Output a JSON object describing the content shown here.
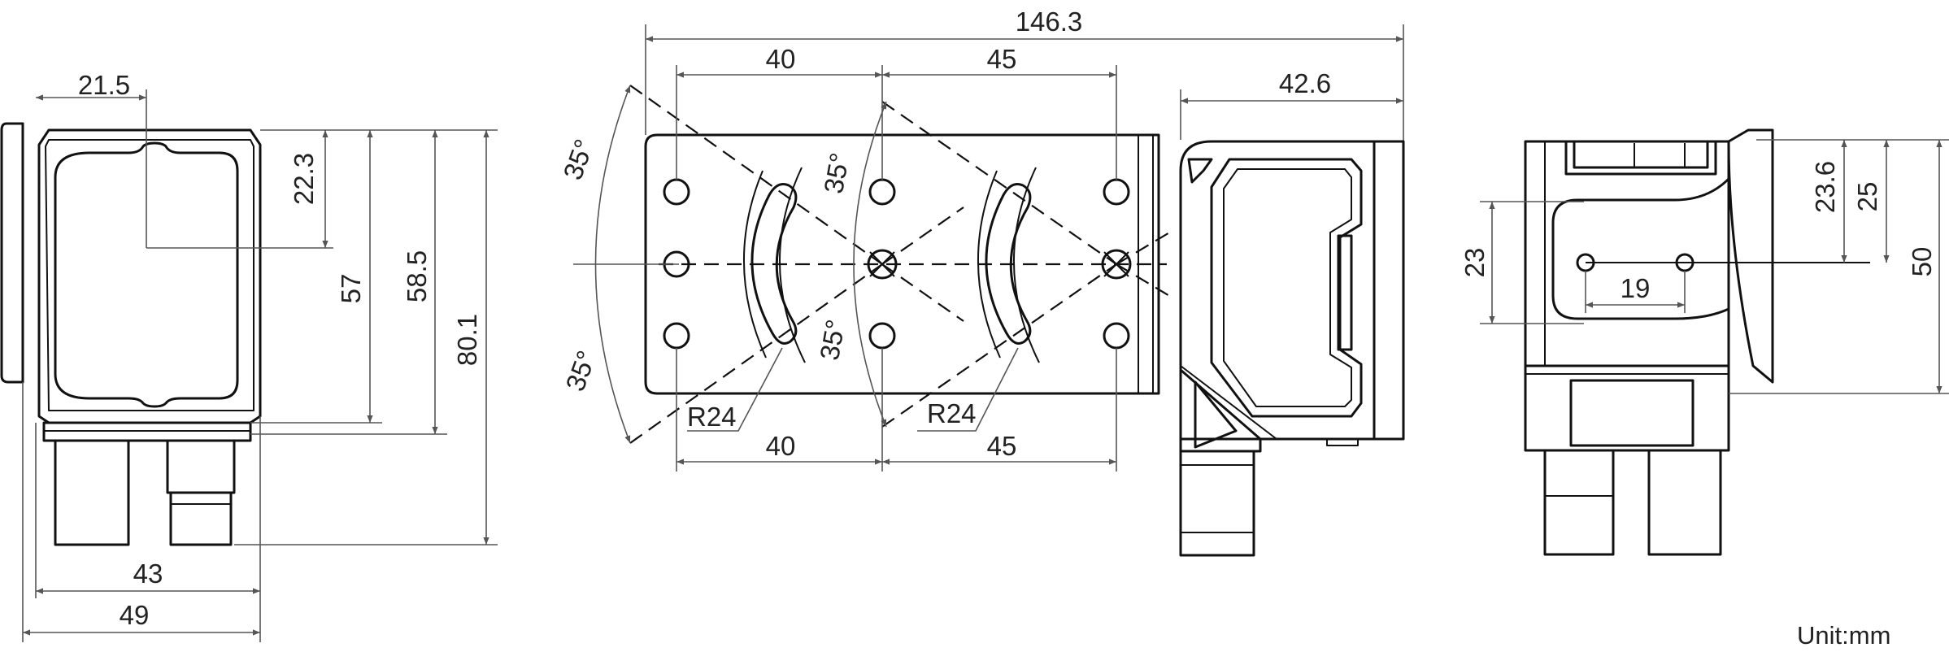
{
  "dims": {
    "front": {
      "w21_5": "21.5",
      "w43": "43",
      "w49": "49",
      "h22_3": "22.3",
      "h57": "57",
      "h58_5": "58.5",
      "h80_1": "80.1"
    },
    "side": {
      "w146_3": "146.3",
      "top40": "40",
      "top45": "45",
      "bot40": "40",
      "bot45": "45",
      "w42_6": "42.6",
      "a35_tl": "35°",
      "a35_bl": "35°",
      "a35_mt": "35°",
      "a35_mb": "35°",
      "r24_l": "R24",
      "r24_r": "R24"
    },
    "back": {
      "h23": "23",
      "h23_6": "23.6",
      "h25": "25",
      "h50": "50",
      "w19": "19"
    }
  },
  "unit_label": "Unit:mm"
}
